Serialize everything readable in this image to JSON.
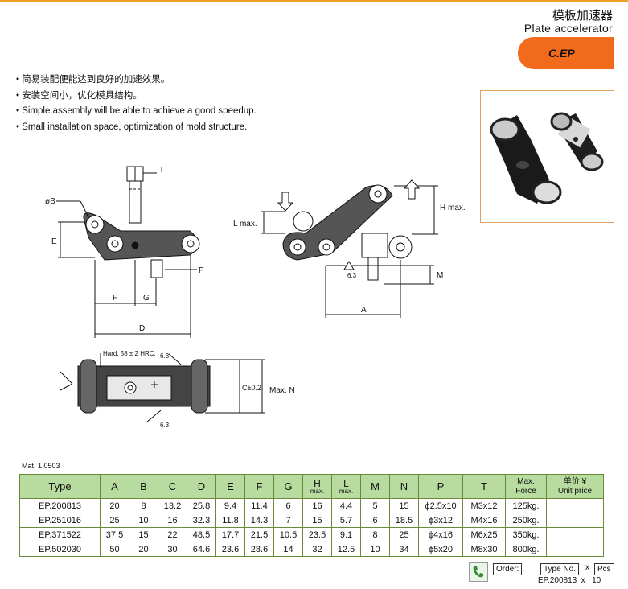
{
  "header": {
    "title_cn": "模板加速器",
    "title_en": "Plate accelerator",
    "code": "C.EP"
  },
  "features": [
    "简易装配便能达到良好的加速效果。",
    "安装空间小，优化模具结构。",
    "Simple assembly will be able to achieve a good speedup.",
    "Small installation space, optimization of mold structure."
  ],
  "drawing_labels": {
    "t": "T",
    "b": "øB",
    "e": "E",
    "p": "P",
    "f": "F",
    "g": "G",
    "d": "D",
    "lmax": "L max.",
    "hmax": "H max.",
    "m": "M",
    "a": "A",
    "r63": "6.3",
    "hard": "Hard. 58 ± 2 HRC.",
    "c": "C±0.2",
    "maxn": "Max. N"
  },
  "material": "Mat. 1.0503",
  "table": {
    "headers": [
      {
        "main": "Type"
      },
      {
        "main": "A"
      },
      {
        "main": "B"
      },
      {
        "main": "C"
      },
      {
        "main": "D"
      },
      {
        "main": "E"
      },
      {
        "main": "F"
      },
      {
        "main": "G"
      },
      {
        "main": "H",
        "sub": "max."
      },
      {
        "main": "L",
        "sub": "max."
      },
      {
        "main": "M"
      },
      {
        "main": "N"
      },
      {
        "main": "P"
      },
      {
        "main": "T"
      },
      {
        "main": "Max.",
        "sub2": "Force"
      },
      {
        "main": "单价 ¥",
        "sub2": "Unit price"
      }
    ],
    "rows": [
      [
        "EP.200813",
        "20",
        "8",
        "13.2",
        "25.8",
        "9.4",
        "11.4",
        "6",
        "16",
        "4.4",
        "5",
        "15",
        "ϕ2.5x10",
        "M3x12",
        "125kg.",
        ""
      ],
      [
        "EP.251016",
        "25",
        "10",
        "16",
        "32.3",
        "11.8",
        "14.3",
        "7",
        "15",
        "5.7",
        "6",
        "18.5",
        "ϕ3x12",
        "M4x16",
        "250kg.",
        ""
      ],
      [
        "EP.371522",
        "37.5",
        "15",
        "22",
        "48.5",
        "17.7",
        "21.5",
        "10.5",
        "23.5",
        "9.1",
        "8",
        "25",
        "ϕ4x16",
        "M6x25",
        "350kg.",
        ""
      ],
      [
        "EP.502030",
        "50",
        "20",
        "30",
        "64.6",
        "23.6",
        "28.6",
        "14",
        "32",
        "12.5",
        "10",
        "34",
        "ϕ5x20",
        "M8x30",
        "800kg.",
        ""
      ]
    ]
  },
  "order": {
    "label": "Order:",
    "type_label": "Type No.",
    "x1": "x",
    "pcs": "Pcs",
    "example": "EP.200813  x   10"
  },
  "colors": {
    "accent": "#f26a1b",
    "table_header": "#b8dca0",
    "top_rule": "#f0a020"
  }
}
